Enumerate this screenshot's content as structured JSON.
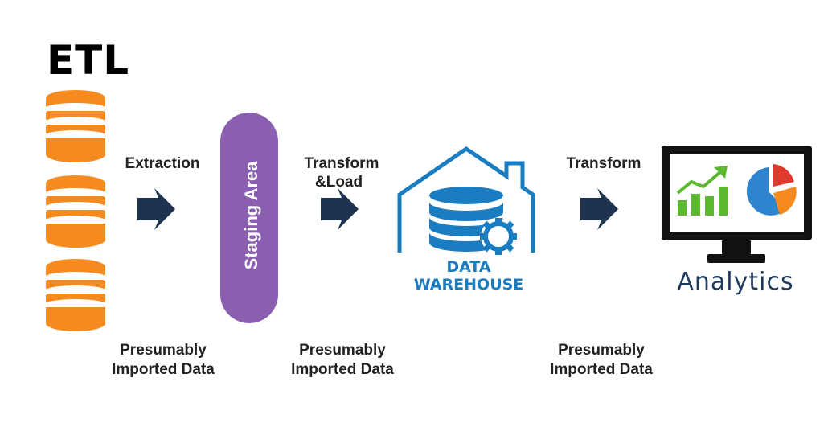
{
  "title": "ETL",
  "steps": {
    "extraction": "Extraction",
    "transform_load_line1": "Transform",
    "transform_load_line2": "&Load",
    "transform": "Transform"
  },
  "staging_label": "Staging Area",
  "warehouse_label": "DATA WAREHOUSE",
  "analytics_label": "Analytics",
  "captions": [
    {
      "line1": "Presumably",
      "line2": "Imported Data"
    },
    {
      "line1": "Presumably",
      "line2": "Imported Data"
    },
    {
      "line1": "Presumably",
      "line2": "Imported Data"
    }
  ],
  "colors": {
    "database": "#f58a1f",
    "staging": "#8a5fb0",
    "arrow": "#1d3350",
    "warehouse": "#1a7cc1",
    "monitor": "#111111",
    "chart_green": "#5cb82e",
    "pie_blue": "#2f84d0",
    "pie_orange": "#f58a1f",
    "pie_red": "#e03a2f"
  }
}
